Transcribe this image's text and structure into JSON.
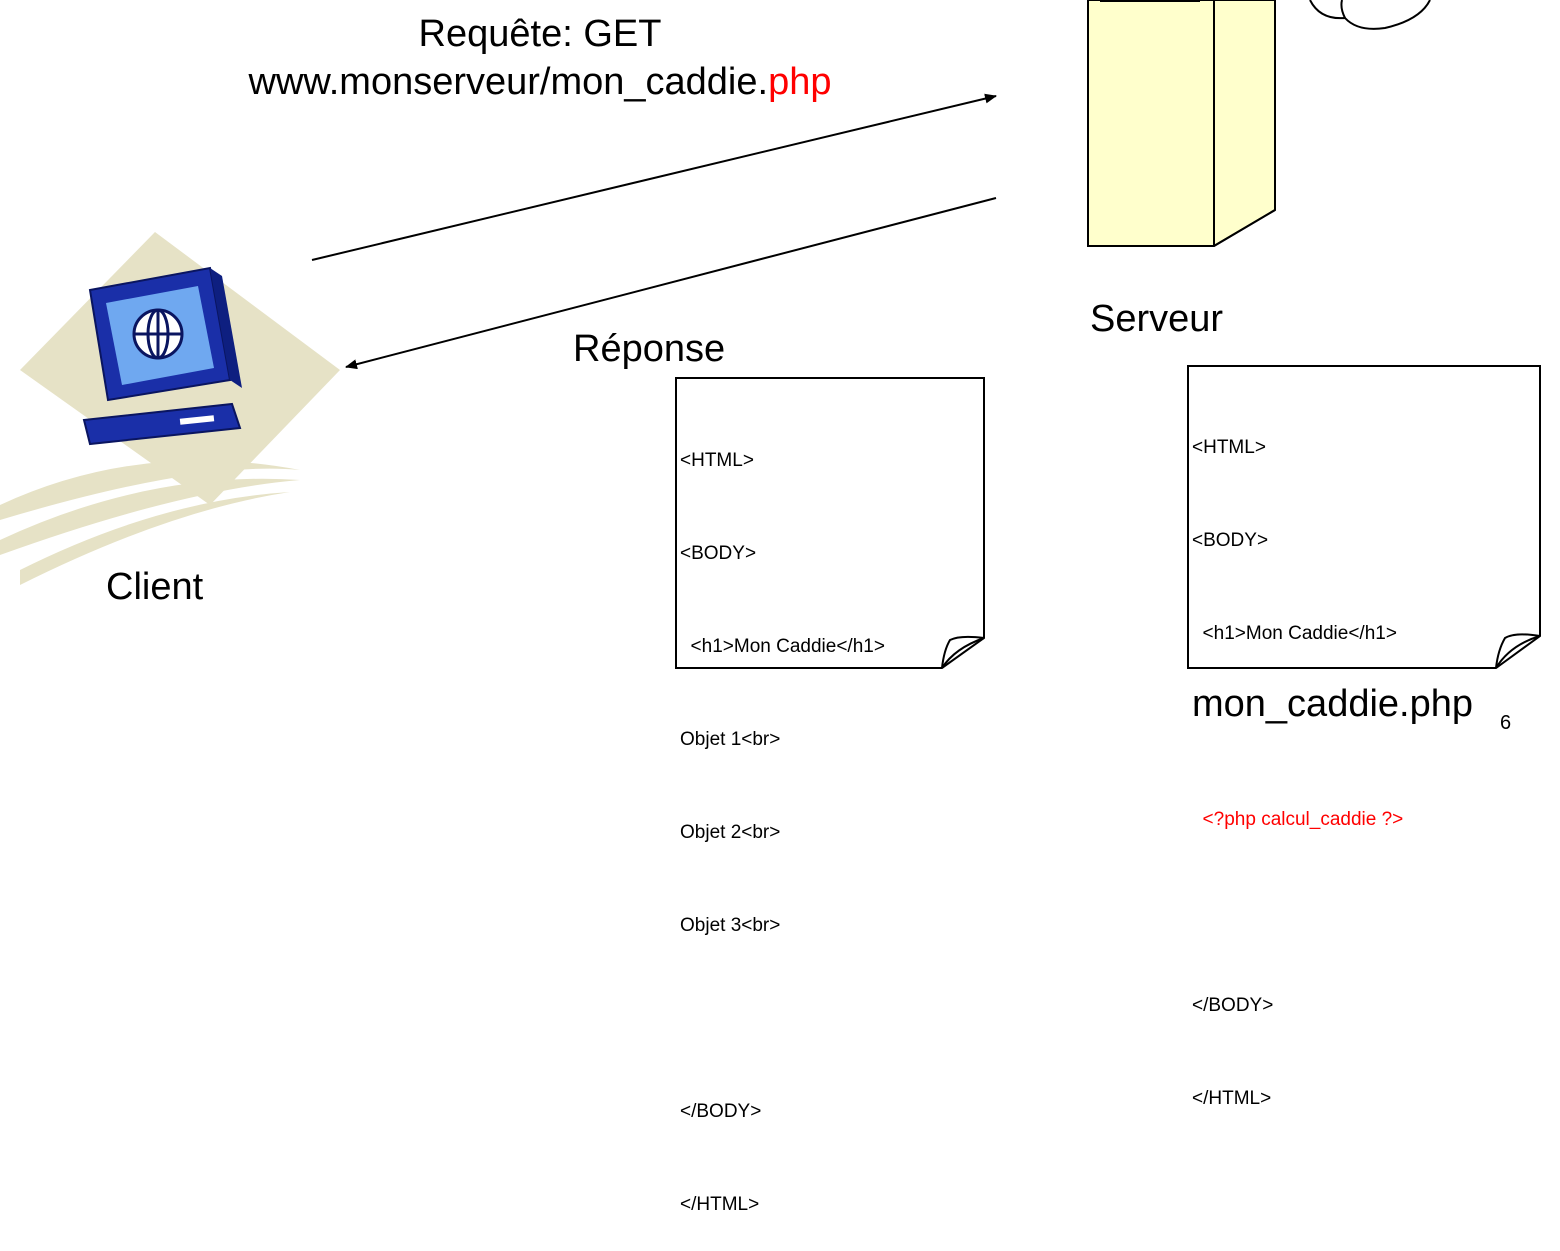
{
  "request": {
    "line1": "Requête: GET",
    "url_prefix": "www.monserveur/mon_caddie.",
    "url_ext": "php"
  },
  "labels": {
    "client": "Client",
    "server": "Serveur",
    "response": "Réponse",
    "filename": "mon_caddie.php",
    "slide_number": "6"
  },
  "response_doc": {
    "lines": [
      "<HTML>",
      "<BODY>",
      "  <h1>Mon Caddie</h1>",
      "Objet 1<br>",
      "Objet 2<br>",
      "Objet 3<br>",
      "",
      "</BODY>",
      "</HTML>"
    ]
  },
  "php_doc": {
    "line1": "<HTML>",
    "line2": "<BODY>",
    "line3": "  <h1>Mon Caddie</h1>",
    "line4": "",
    "php_line": "  <?php calcul_caddie ?>",
    "line6": "",
    "line7": "</BODY>",
    "line8": "</HTML>"
  },
  "colors": {
    "server_fill": "#ffffcc",
    "highlight": "#ff0000",
    "monitor_blue": "#1a2fa8",
    "clipart_tan": "#e8e4c8"
  }
}
